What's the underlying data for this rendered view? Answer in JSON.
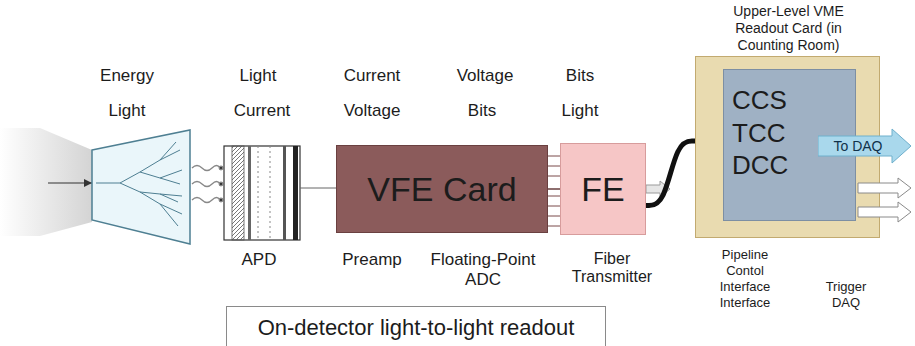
{
  "diagram": {
    "nodes": [
      {
        "text": [
          "VFE Card"
        ]
      },
      {
        "text": [
          "FE"
        ]
      },
      {
        "text": [
          "Upper-Level VME Readout Card (in Counting Room)"
        ]
      },
      {
        "text": [
          "CCS TCC DCC"
        ],
        "in": 2
      },
      {
        "text": [
          "To DAQ"
        ]
      },
      {
        "text": [
          "On-detector light-to-light readout"
        ]
      }
    ],
    "edges": [
      {
        "from": 0,
        "to": 1,
        "arrow": "none"
      },
      {
        "from": 1,
        "to": 2,
        "arrow": "none"
      }
    ],
    "labels": [
      "Energy",
      "Light",
      "Current",
      "Voltage",
      "Bits",
      "Light",
      "Current",
      "Voltage",
      "Bits",
      "Light",
      "APD",
      "Preamp",
      "Floating-Point ADC",
      "Fiber Transmitter",
      "Pipeline",
      "Contol",
      "Interface",
      "Interface",
      "Trigger",
      "DAQ"
    ]
  }
}
